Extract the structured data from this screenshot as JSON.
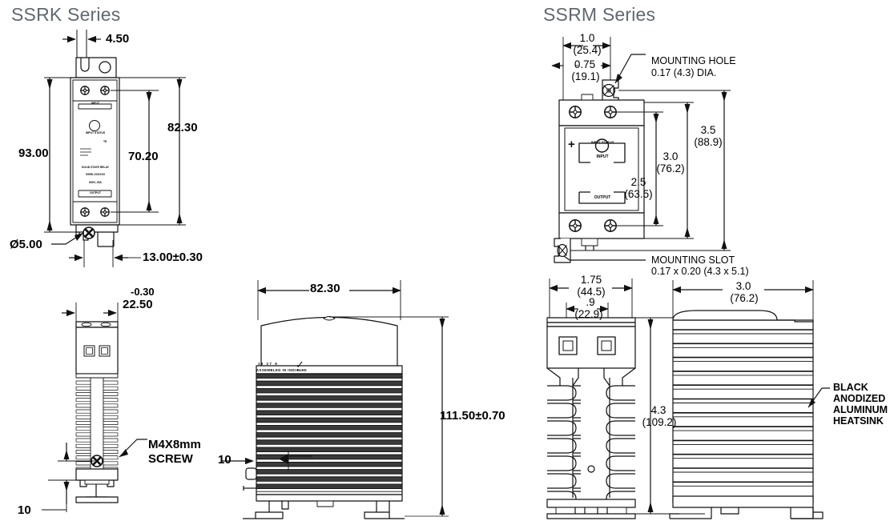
{
  "page": {
    "background": "#ffffff",
    "line_color": "#1a1a1a",
    "title_color": "#606870"
  },
  "titles": {
    "left": "SSRK Series",
    "right": "SSRM Series"
  },
  "ssrk": {
    "top_view": {
      "dims": {
        "width_slot": "4.50",
        "overall_height": "93.00",
        "mounting_height": "82.30",
        "screw_centers": "70.20",
        "hole_dia": "Ø5.00",
        "depth": "13.00±0.30"
      },
      "label_lines": [
        "SOLID STATE RELAY",
        "SSRK-XXXXXX",
        "600V, 25A"
      ],
      "terminal_top": "INPUT",
      "terminal_bottom": "OUTPUT",
      "status_text": "INPUT STATUS",
      "brand": "TE"
    },
    "side_view": {
      "dims": {
        "width": "22.50",
        "width_tol": "-0.30",
        "foot_height": "10"
      },
      "callout": "M4X8mm\nSCREW",
      "callout_line1": "M4X8mm",
      "callout_line2": "SCREW"
    },
    "front_view": {
      "dims": {
        "width": "82.30",
        "height": "111.50±0.70",
        "fin_gap": "10"
      },
      "marking_line1": "16  27  K",
      "marking_line2": "ASSEMBLED IN INDIA",
      "rohs": "RoHS"
    }
  },
  "ssrm": {
    "top_view": {
      "dims": {
        "hole_pitch_in": "1.0",
        "hole_pitch_mm": "(25.4)",
        "edge_in": "0.75",
        "edge_mm": "(19.1)",
        "height_a_in": "3.5",
        "height_a_mm": "(88.9)",
        "height_b_in": "3.0",
        "height_b_mm": "(76.2)",
        "height_c_in": "2.5",
        "height_c_mm": "(63.5)"
      },
      "callouts": {
        "mounting_hole_l1": "MOUNTING HOLE",
        "mounting_hole_l2": "0.17 (4.3) DIA.",
        "mounting_slot_l1": "MOUNTING SLOT",
        "mounting_slot_l2": "0.17 x 0.20 (4.3 x 5.1)"
      },
      "labels": {
        "plus": "+",
        "input_status": "INPUT STATUS",
        "input": "INPUT",
        "output": "OUTPUT"
      }
    },
    "side_view": {
      "dims": {
        "width_in": "1.75",
        "width_mm": "(44.5)",
        "inner_in": ".9",
        "inner_mm": "(22.9)",
        "height_in": "4.3",
        "height_mm": "(109.2)"
      }
    },
    "front_view": {
      "dims": {
        "width_in": "3.0",
        "width_mm": "(76.2)"
      },
      "callout_lines": [
        "BLACK",
        "ANODIZED",
        "ALUMINUM",
        "HEATSINK"
      ]
    }
  }
}
